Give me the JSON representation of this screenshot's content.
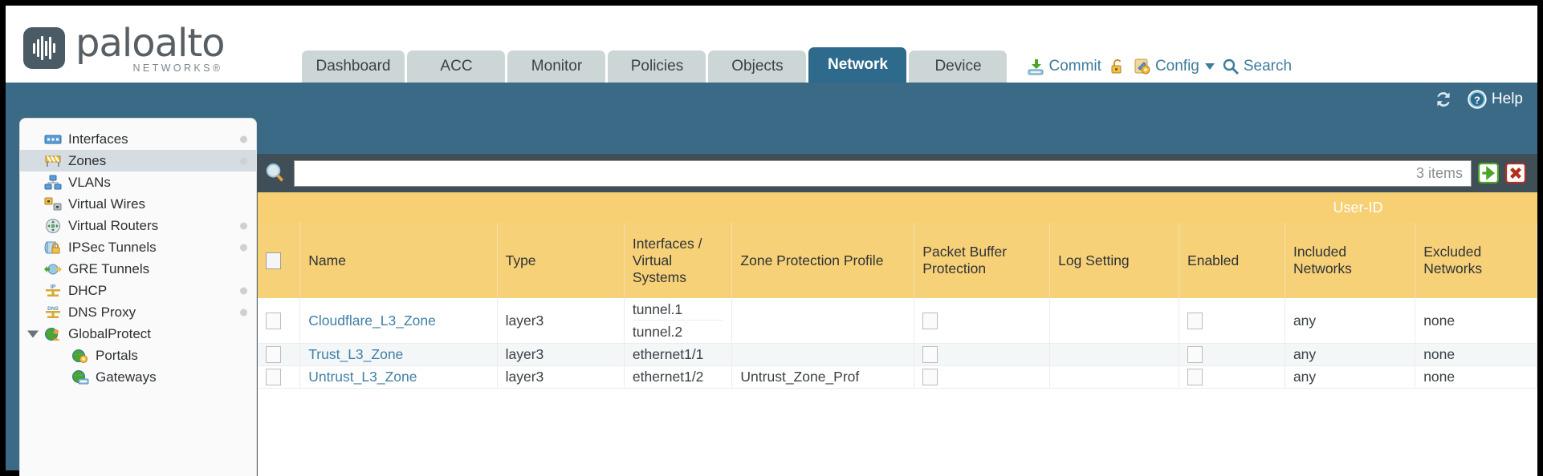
{
  "header": {
    "brand_name": "paloalto",
    "brand_sub": "NETWORKS®",
    "tabs": [
      {
        "label": "Dashboard",
        "active": false
      },
      {
        "label": "ACC",
        "active": false
      },
      {
        "label": "Monitor",
        "active": false
      },
      {
        "label": "Policies",
        "active": false
      },
      {
        "label": "Objects",
        "active": false
      },
      {
        "label": "Network",
        "active": true
      },
      {
        "label": "Device",
        "active": false
      }
    ],
    "toolbar": {
      "commit_label": "Commit",
      "config_label": "Config",
      "search_label": "Search"
    },
    "band": {
      "help_label": "Help"
    }
  },
  "sidebar": {
    "items": [
      {
        "label": "Interfaces",
        "icon": "interfaces-icon",
        "selected": false,
        "child": false,
        "dot": true,
        "triangle": false
      },
      {
        "label": "Zones",
        "icon": "zones-icon",
        "selected": true,
        "child": false,
        "dot": true,
        "triangle": false
      },
      {
        "label": "VLANs",
        "icon": "vlans-icon",
        "selected": false,
        "child": false,
        "dot": false,
        "triangle": false
      },
      {
        "label": "Virtual Wires",
        "icon": "virtual-wires-icon",
        "selected": false,
        "child": false,
        "dot": false,
        "triangle": false
      },
      {
        "label": "Virtual Routers",
        "icon": "virtual-routers-icon",
        "selected": false,
        "child": false,
        "dot": true,
        "triangle": false
      },
      {
        "label": "IPSec Tunnels",
        "icon": "ipsec-tunnels-icon",
        "selected": false,
        "child": false,
        "dot": true,
        "triangle": false
      },
      {
        "label": "GRE Tunnels",
        "icon": "gre-tunnels-icon",
        "selected": false,
        "child": false,
        "dot": false,
        "triangle": false
      },
      {
        "label": "DHCP",
        "icon": "dhcp-icon",
        "selected": false,
        "child": false,
        "dot": true,
        "triangle": false
      },
      {
        "label": "DNS Proxy",
        "icon": "dns-proxy-icon",
        "selected": false,
        "child": false,
        "dot": true,
        "triangle": false
      },
      {
        "label": "GlobalProtect",
        "icon": "globalprotect-icon",
        "selected": false,
        "child": false,
        "dot": false,
        "triangle": true
      },
      {
        "label": "Portals",
        "icon": "portals-icon",
        "selected": false,
        "child": true,
        "dot": false,
        "triangle": false
      },
      {
        "label": "Gateways",
        "icon": "gateways-icon",
        "selected": false,
        "child": true,
        "dot": false,
        "triangle": false
      }
    ]
  },
  "search": {
    "value": "",
    "items_count": "3 items"
  },
  "table": {
    "group_header": "User-ID",
    "columns": [
      "Name",
      "Type",
      "Interfaces / Virtual Systems",
      "Zone Protection Profile",
      "Packet Buffer Protection",
      "Log Setting",
      "Enabled",
      "Included Networks",
      "Excluded Networks"
    ],
    "rows": [
      {
        "name": "Cloudflare_L3_Zone",
        "type": "layer3",
        "interfaces": [
          "tunnel.1",
          "tunnel.2"
        ],
        "zone_protection_profile": "",
        "packet_buffer_protection": false,
        "log_setting": "",
        "userid_enabled": false,
        "included_networks": "any",
        "excluded_networks": "none",
        "hover": false
      },
      {
        "name": "Trust_L3_Zone",
        "type": "layer3",
        "interfaces": [
          "ethernet1/1"
        ],
        "zone_protection_profile": "",
        "packet_buffer_protection": false,
        "log_setting": "",
        "userid_enabled": false,
        "included_networks": "any",
        "excluded_networks": "none",
        "hover": true
      },
      {
        "name": "Untrust_L3_Zone",
        "type": "layer3",
        "interfaces": [
          "ethernet1/2"
        ],
        "zone_protection_profile": "Untrust_Zone_Prof",
        "packet_buffer_protection": false,
        "log_setting": "",
        "userid_enabled": false,
        "included_networks": "any",
        "excluded_networks": "none",
        "hover": false
      }
    ]
  },
  "colors": {
    "brand_blue": "#2d6a8c",
    "band_blue": "#3a6a85",
    "header_gold": "#f7d178",
    "group_gold": "#e8b93f",
    "link_blue": "#3f7fa5",
    "panel_dark": "#3f4e57"
  }
}
